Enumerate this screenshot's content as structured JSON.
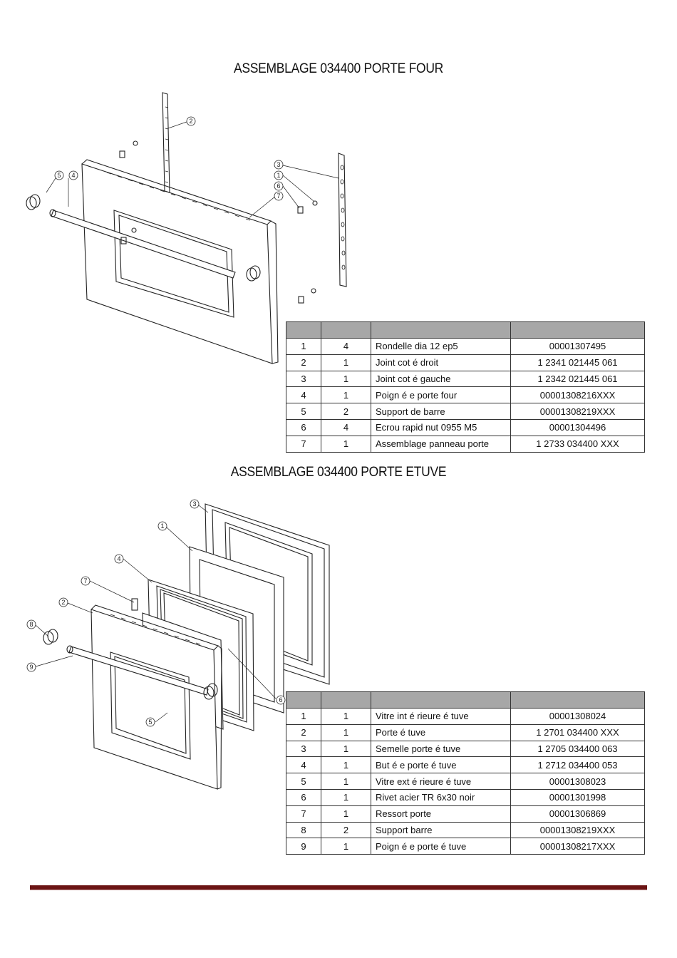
{
  "sections": [
    {
      "title": "ASSEMBLAGE 034400 PORTE FOUR",
      "diagram_callouts": [
        "2",
        "5",
        "4",
        "3",
        "1",
        "6",
        "7"
      ],
      "rows": [
        {
          "num": "1",
          "qty": "4",
          "desc": "Rondelle dia 12 ep5",
          "ref": "00001307495"
        },
        {
          "num": "2",
          "qty": "1",
          "desc": "Joint cot é  droit",
          "ref": "1 2341 021445 061"
        },
        {
          "num": "3",
          "qty": "1",
          "desc": "Joint cot é  gauche",
          "ref": "1 2342 021445 061"
        },
        {
          "num": "4",
          "qty": "1",
          "desc": "Poign é e porte four",
          "ref": "00001308216XXX"
        },
        {
          "num": "5",
          "qty": "2",
          "desc": "Support de barre",
          "ref": "00001308219XXX"
        },
        {
          "num": "6",
          "qty": "4",
          "desc": "Ecrou rapid nut 0955 M5",
          "ref": "00001304496"
        },
        {
          "num": "7",
          "qty": "1",
          "desc": "Assemblage panneau porte",
          "ref": "1 2733 034400 XXX"
        }
      ]
    },
    {
      "title": "ASSEMBLAGE 034400 PORTE ETUVE",
      "diagram_callouts": [
        "3",
        "1",
        "4",
        "7",
        "2",
        "8",
        "9",
        "5",
        "6"
      ],
      "rows": [
        {
          "num": "1",
          "qty": "1",
          "desc": "Vitre int é rieure  é tuve",
          "ref": "00001308024"
        },
        {
          "num": "2",
          "qty": "1",
          "desc": "Porte  é tuve",
          "ref": "1 2701 034400 XXX"
        },
        {
          "num": "3",
          "qty": "1",
          "desc": "Semelle porte  é tuve",
          "ref": "1 2705 034400 063"
        },
        {
          "num": "4",
          "qty": "1",
          "desc": "But é e porte  é tuve",
          "ref": "1 2712 034400 053"
        },
        {
          "num": "5",
          "qty": "1",
          "desc": "Vitre ext é rieure  é tuve",
          "ref": "00001308023"
        },
        {
          "num": "6",
          "qty": "1",
          "desc": "Rivet acier TR 6x30 noir",
          "ref": "00001301998"
        },
        {
          "num": "7",
          "qty": "1",
          "desc": "Ressort porte",
          "ref": "00001306869"
        },
        {
          "num": "8",
          "qty": "2",
          "desc": "Support barre",
          "ref": "00001308219XXX"
        },
        {
          "num": "9",
          "qty": "1",
          "desc": "Poign é e porte  é tuve",
          "ref": "00001308217XXX"
        }
      ]
    }
  ],
  "colors": {
    "header_bg": "#a7a7a7",
    "footer_line": "#6b1414"
  }
}
